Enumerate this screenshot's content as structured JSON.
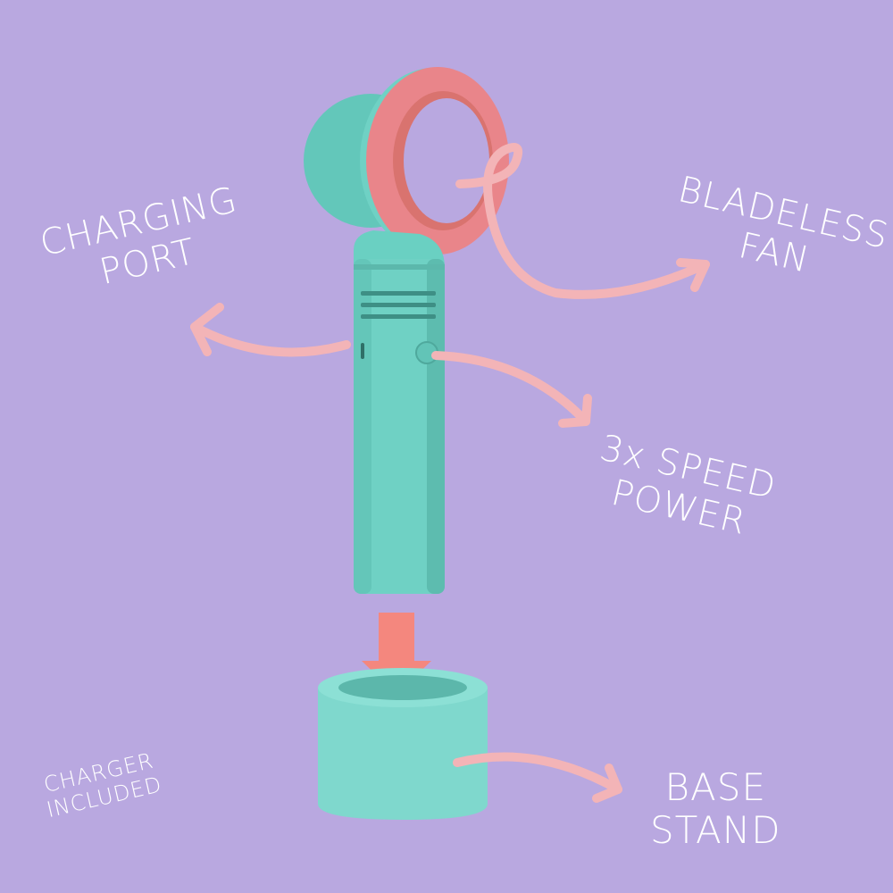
{
  "labels": {
    "charging_port": {
      "line1": "CHARGING",
      "line2": "PORT"
    },
    "bladeless_fan": {
      "line1": "BLADELESS",
      "line2": "FAN"
    },
    "speed_power": {
      "line1": "3x SPEED",
      "line2": "POWER"
    },
    "base_stand": {
      "line1": "BASE",
      "line2": "STAND"
    },
    "charger_included": {
      "line1": "CHARGER",
      "line2": "INCLUDED"
    }
  },
  "colors": {
    "background": "#b9a8e0",
    "fan_body": "#6fd1c4",
    "fan_ring": "#e9858a",
    "arrows": "#f3b4b7",
    "down_arrow": "#f4877e",
    "text": "#ffffff"
  }
}
